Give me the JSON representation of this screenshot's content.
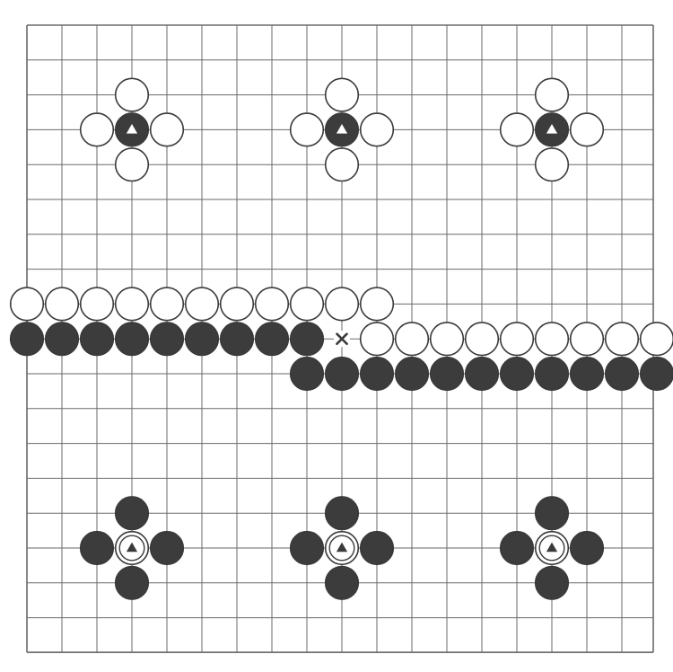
{
  "board": {
    "columns": 19,
    "rows": 18,
    "background_color": "#ffffff",
    "line_color": "#6a6a6a",
    "black_stone_color": "#3c3c3c",
    "white_stone_color": "#ffffff",
    "stone_outline_color": "#3a3a3a"
  },
  "stones": [
    {
      "color": "white",
      "col": 3,
      "row": 2
    },
    {
      "color": "white",
      "col": 2,
      "row": 3
    },
    {
      "color": "black",
      "col": 3,
      "row": 3,
      "marker": "triangle"
    },
    {
      "color": "white",
      "col": 4,
      "row": 3
    },
    {
      "color": "white",
      "col": 3,
      "row": 4
    },
    {
      "color": "white",
      "col": 9,
      "row": 2
    },
    {
      "color": "white",
      "col": 8,
      "row": 3
    },
    {
      "color": "black",
      "col": 9,
      "row": 3,
      "marker": "triangle"
    },
    {
      "color": "white",
      "col": 10,
      "row": 3
    },
    {
      "color": "white",
      "col": 9,
      "row": 4
    },
    {
      "color": "white",
      "col": 15,
      "row": 2
    },
    {
      "color": "white",
      "col": 14,
      "row": 3
    },
    {
      "color": "black",
      "col": 15,
      "row": 3,
      "marker": "triangle"
    },
    {
      "color": "white",
      "col": 16,
      "row": 3
    },
    {
      "color": "white",
      "col": 15,
      "row": 4
    },
    {
      "color": "white",
      "col": 0,
      "row": 8
    },
    {
      "color": "white",
      "col": 1,
      "row": 8
    },
    {
      "color": "white",
      "col": 2,
      "row": 8
    },
    {
      "color": "white",
      "col": 3,
      "row": 8
    },
    {
      "color": "white",
      "col": 4,
      "row": 8
    },
    {
      "color": "white",
      "col": 5,
      "row": 8
    },
    {
      "color": "white",
      "col": 6,
      "row": 8
    },
    {
      "color": "white",
      "col": 7,
      "row": 8
    },
    {
      "color": "white",
      "col": 8,
      "row": 8
    },
    {
      "color": "white",
      "col": 9,
      "row": 8
    },
    {
      "color": "white",
      "col": 10,
      "row": 8
    },
    {
      "color": "black",
      "col": 0,
      "row": 9
    },
    {
      "color": "black",
      "col": 1,
      "row": 9
    },
    {
      "color": "black",
      "col": 2,
      "row": 9
    },
    {
      "color": "black",
      "col": 3,
      "row": 9
    },
    {
      "color": "black",
      "col": 4,
      "row": 9
    },
    {
      "color": "black",
      "col": 5,
      "row": 9
    },
    {
      "color": "black",
      "col": 6,
      "row": 9
    },
    {
      "color": "black",
      "col": 7,
      "row": 9
    },
    {
      "color": "black",
      "col": 8,
      "row": 9
    },
    {
      "color": "white",
      "col": 10,
      "row": 9
    },
    {
      "color": "white",
      "col": 11,
      "row": 9
    },
    {
      "color": "white",
      "col": 12,
      "row": 9
    },
    {
      "color": "white",
      "col": 13,
      "row": 9
    },
    {
      "color": "white",
      "col": 14,
      "row": 9
    },
    {
      "color": "white",
      "col": 15,
      "row": 9
    },
    {
      "color": "white",
      "col": 16,
      "row": 9
    },
    {
      "color": "white",
      "col": 17,
      "row": 9
    },
    {
      "color": "white",
      "col": 18,
      "row": 9
    },
    {
      "color": "black",
      "col": 8,
      "row": 10
    },
    {
      "color": "black",
      "col": 9,
      "row": 10
    },
    {
      "color": "black",
      "col": 10,
      "row": 10
    },
    {
      "color": "black",
      "col": 11,
      "row": 10
    },
    {
      "color": "black",
      "col": 12,
      "row": 10
    },
    {
      "color": "black",
      "col": 13,
      "row": 10
    },
    {
      "color": "black",
      "col": 14,
      "row": 10
    },
    {
      "color": "black",
      "col": 15,
      "row": 10
    },
    {
      "color": "black",
      "col": 16,
      "row": 10
    },
    {
      "color": "black",
      "col": 17,
      "row": 10
    },
    {
      "color": "black",
      "col": 18,
      "row": 10
    },
    {
      "color": "black",
      "col": 3,
      "row": 14
    },
    {
      "color": "black",
      "col": 2,
      "row": 15
    },
    {
      "color": "white",
      "col": 3,
      "row": 15,
      "marker": "triangle"
    },
    {
      "color": "black",
      "col": 4,
      "row": 15
    },
    {
      "color": "black",
      "col": 3,
      "row": 16
    },
    {
      "color": "black",
      "col": 9,
      "row": 14
    },
    {
      "color": "black",
      "col": 8,
      "row": 15
    },
    {
      "color": "white",
      "col": 9,
      "row": 15,
      "marker": "triangle"
    },
    {
      "color": "black",
      "col": 10,
      "row": 15
    },
    {
      "color": "black",
      "col": 9,
      "row": 16
    },
    {
      "color": "black",
      "col": 15,
      "row": 14
    },
    {
      "color": "black",
      "col": 14,
      "row": 15
    },
    {
      "color": "white",
      "col": 15,
      "row": 15,
      "marker": "triangle"
    },
    {
      "color": "black",
      "col": 16,
      "row": 15
    },
    {
      "color": "black",
      "col": 15,
      "row": 16
    }
  ],
  "point_markers": [
    {
      "type": "cross",
      "col": 9,
      "row": 9
    }
  ]
}
